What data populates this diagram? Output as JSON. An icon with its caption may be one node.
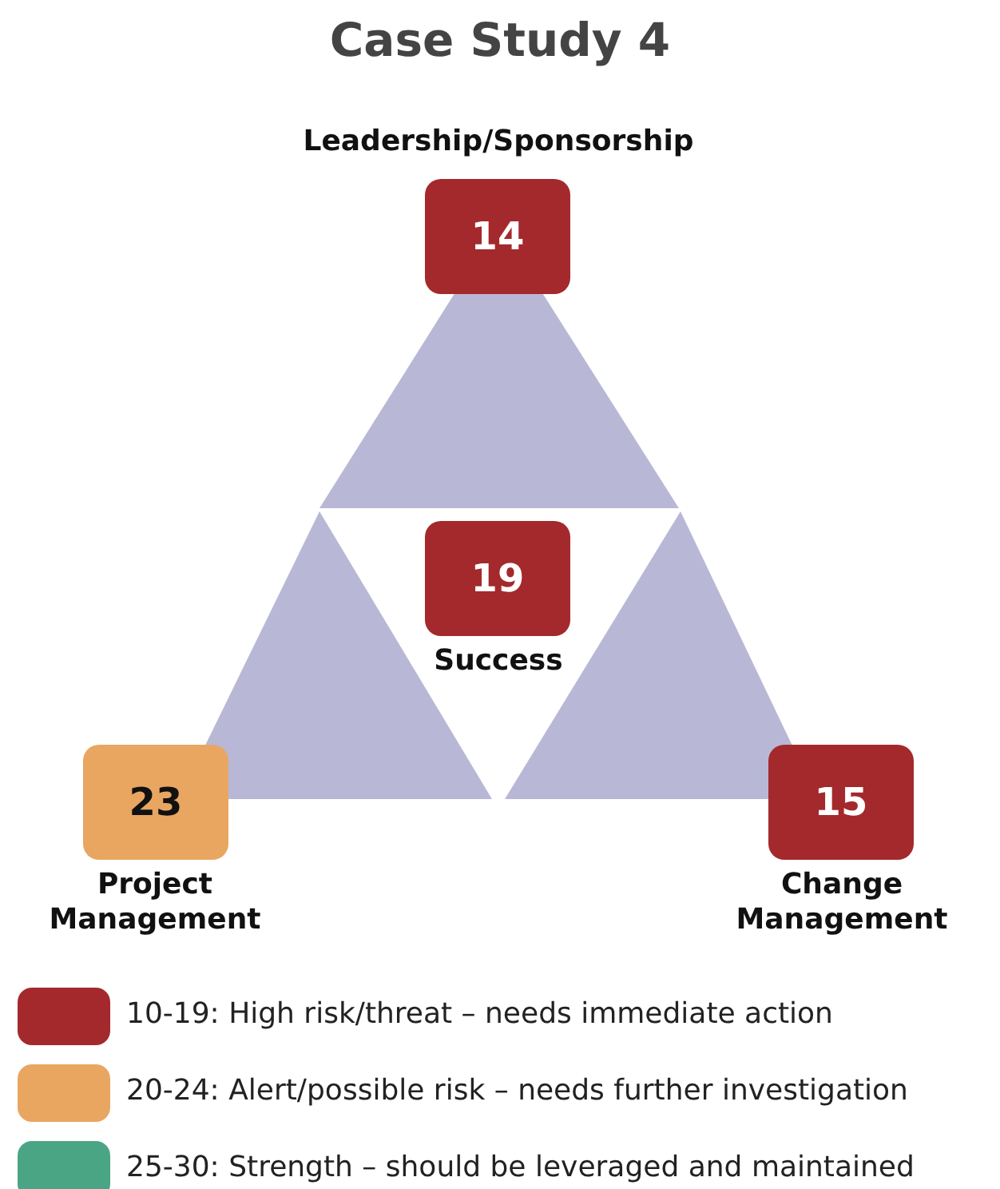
{
  "diagram": {
    "title": "Case Study 4",
    "nodes": [
      {
        "text": [
          "14"
        ],
        "beside": [
          "Leadership/Sponsorship"
        ]
      },
      {
        "text": [
          "19"
        ],
        "beside": [
          "Success"
        ]
      },
      {
        "text": [
          "23"
        ],
        "beside": [
          "Project Management"
        ]
      },
      {
        "text": [
          "15"
        ],
        "beside": [
          "Change Management"
        ]
      }
    ],
    "legend": [
      {
        "text": "10-19: High risk/threat – needs immediate action",
        "color": "#a4292c"
      },
      {
        "text": "20-24: Alert/possible risk – needs further investigation",
        "color": "#e9a660"
      },
      {
        "text": "25-30: Strength – should be leveraged and maintained",
        "color": "#4aa585"
      }
    ]
  }
}
